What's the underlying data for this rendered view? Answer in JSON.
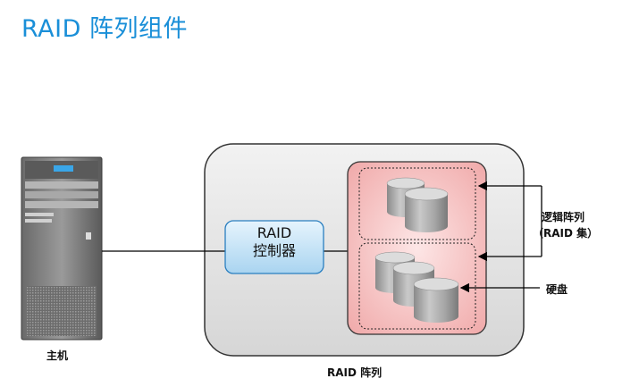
{
  "title": "RAID 阵列组件",
  "labels": {
    "host": "主机",
    "raid_array": "RAID 阵列",
    "controller_line1": "RAID",
    "controller_line2": "控制器",
    "logical_array_line1": "逻辑阵列",
    "logical_array_line2": "（RAID 集）",
    "hard_disk": "硬盘"
  },
  "colors": {
    "title": "#1a8fd8",
    "array_fill": "#e4e4e4",
    "controller_fill": "#bfe0f5",
    "disk_group_fill": "#f4b8b8"
  }
}
